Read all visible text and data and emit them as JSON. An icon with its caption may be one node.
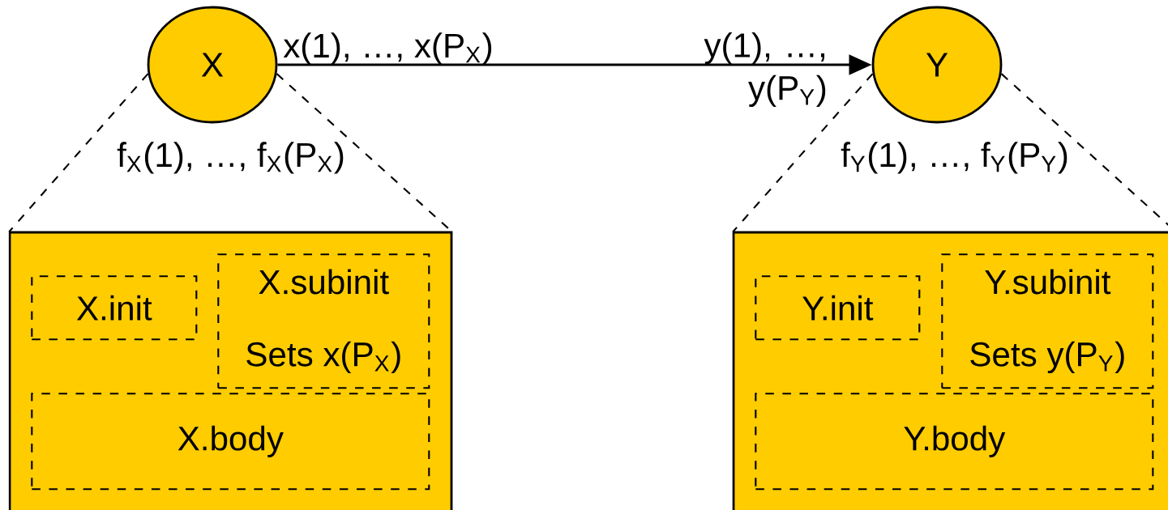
{
  "diagram": {
    "nodes": [
      {
        "text": [
          "X"
        ],
        "beside": [
          "x(1), …, x(P$_{X}$)",
          "f$_{X}$(1), …, f$_{X}$(P$_{X}$)"
        ]
      },
      {
        "text": [
          "Y"
        ],
        "beside": [
          "y(1), …, y(P$_{Y}$)",
          "f$_{Y}$(1), …, f$_{Y}$(P$_{Y}$)"
        ]
      },
      {
        "text": [],
        "shape": "box"
      },
      {
        "text": [
          "X.init"
        ],
        "in": 2
      },
      {
        "text": [
          "X.subinit",
          "Sets x(P$_{X}$)"
        ],
        "in": 2
      },
      {
        "text": [
          "X.body"
        ],
        "in": 2
      },
      {
        "text": [],
        "shape": "box"
      },
      {
        "text": [
          "Y.init"
        ],
        "in": 6
      },
      {
        "text": [
          "Y.subinit",
          "Sets y(P$_{Y}$)"
        ],
        "in": 6
      },
      {
        "text": [
          "Y.body"
        ],
        "in": 6
      }
    ],
    "edges": [
      {
        "from": 0,
        "to": 1,
        "arrow": "to"
      },
      {
        "from": 0,
        "to": 2,
        "arrow": "none",
        "style": "dashed"
      },
      {
        "from": 0,
        "to": 2,
        "arrow": "none",
        "style": "dashed"
      },
      {
        "from": 1,
        "to": 6,
        "arrow": "none",
        "style": "dashed"
      },
      {
        "from": 1,
        "to": 6,
        "arrow": "none",
        "style": "dashed"
      }
    ]
  }
}
